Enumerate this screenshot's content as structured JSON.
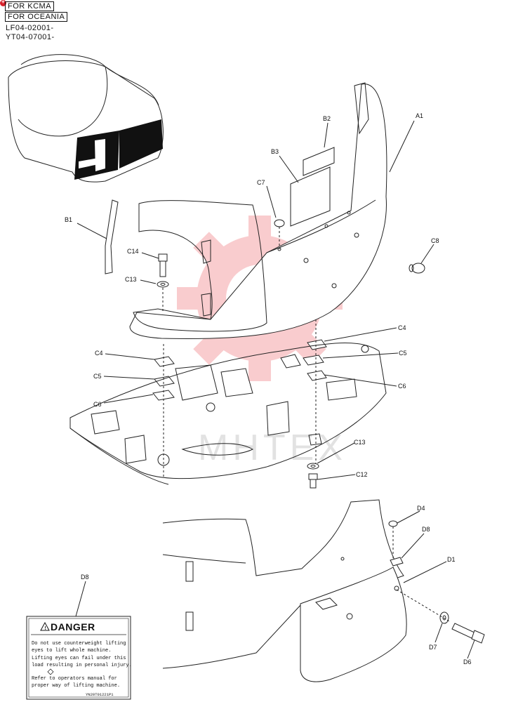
{
  "header": {
    "badge_glyph": "+",
    "line1": "FOR KCMA",
    "line2": "FOR OCEANIA",
    "line3": "LF04-02001-",
    "line4": "YT04-07001-"
  },
  "callouts": {
    "A1": "A1",
    "B1": "B1",
    "B2": "B2",
    "B3": "B3",
    "C4a": "C4",
    "C4b": "C4",
    "C5a": "C5",
    "C5b": "C5",
    "C6a": "C6",
    "C6b": "C6",
    "C7": "C7",
    "C8": "C8",
    "C12": "C12",
    "C13a": "C13",
    "C13b": "C13",
    "C14": "C14",
    "D1": "D1",
    "D4": "D4",
    "D6": "D6",
    "D7": "D7",
    "D8a": "D8",
    "D8b": "D8"
  },
  "danger_label": {
    "title": "DANGER",
    "line1": "Do not use counterweight lifting",
    "line2": "eyes to lift whole machine.",
    "line3": "Lifting eyes can fail under this",
    "line4": "load resulting in personal injury.",
    "line5": "Refer to operators manual for",
    "line6": "proper way of lifting machine.",
    "part_no": "YN20T01221P1"
  },
  "watermark": {
    "text": "MHTEX",
    "color": "#e8454a"
  }
}
